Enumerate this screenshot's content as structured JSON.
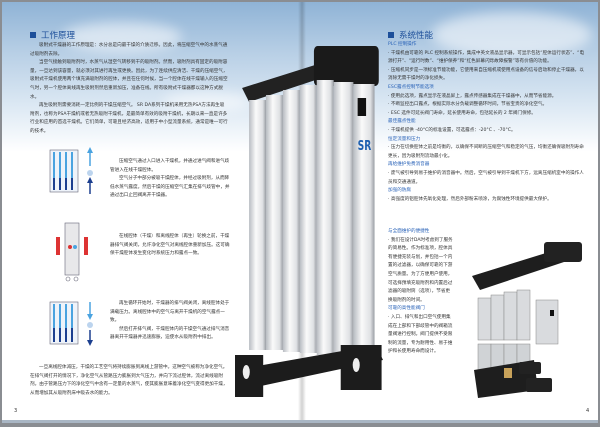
{
  "left_page": {
    "title": "工作原理",
    "intro": [
      "吸附式干燥器的工作原理是：水分总是向最干燥的介质迁移。因此，将压缩空气中的水蒸气通过吸附剂去除。",
      "当空气接触到吸附剂时，水蒸气从湿空气转移到干的吸附剂。然而，吸附剂具有固定的吸附容量，一旦达到该容量，就必须对其进行再生或更换。因此，为了连续供应清洁、干燥的压缩空气，吸附式干燥机使用两个填充满吸附剂的腔体，并且在任何时候，当一个腔体在线干燥输入的压缩空气时，另一个腔体离线再生吸附剂然后重新加压，准备在线。所有吸附式干燥器都以这种方式脱水。",
      "再生吸附剂需要消耗一定比例的干燥压缩空气。 SR DA系列干燥机采用无热PSA方法再生吸附剂，也称为PSA干燥机或者无热吸附干燥机，是最简单有效的吸附干燥机，长期以来一直是许多行业和应用的首选干燥机。它们简单，可靠且经济高效，适用于中小型流量系统，通常是唯一可行的技术。"
    ],
    "steps": [
      [
        "压缩空气通过入口进入干燥机，并通过进气阀和进气歧管进入在线干燥腔体。",
        "空气分子中部分被吸干燥腔体，并经过吸附剂，从而降低水蒸气露度。然后干燥的压缩空气汇集在排气歧管中，并通过出口止回阀离开干燥器。"
      ],
      [
        "在线腔体（干燥）和离线腔体（再生）轮换之前，干燥器排气阀关闭，允许净化空气对离线腔体重新加压。这可确保干燥腔体发生变化时系统压力和露点一致。"
      ],
      [
        "再生循环开始时，干燥器的排气阀关闭，离线腔体处于满载压力。离线腔体中的空气与离开干燥机的空气露点一致。",
        "然后打开排气阀，干燥腔体内的干燥空气通过排气消音器离开干燥器并迅速膨胀，迫使水从吸附剂中排出。"
      ]
    ],
    "closing": "一旦离线腔体减压，干燥的工艺空气将持续膨胀到离线上游管中。这种空气被称为净化空气。在排气阀打开的情况下，净化空气从管路压力膨胀到大气压力，并向下流过腔体，流过离线吸附剂。由于管路压力下的净化空气中含有一定量的水蒸气，使其膨胀意味着净化空气变得更加干燥，从而增加其从吸附剂床中吸去水的能力。",
    "page_number": "3"
  },
  "right_page": {
    "title": "系统性能",
    "sections": [
      {
        "heading": "PLC 控制操作",
        "items": [
          "· 干燥机由可靠的 PLC 控制系统操作，集成中英文液晶显示器，可显示包括“腔体运行状态”、“电源打开”、“运行时数”、“维护保养”和“红色屏幕闪烁故障报警”等有价值的功能。",
          "· 压缩机同步是一项标准节能功能，它使用来自压缩机或使用点设备的信号启动和停止干燥器，以消除无需干燥时的净化损失。"
        ]
      },
      {
        "heading": "ESC露点控制节能选项",
        "items": [
          "· 使用此选项，露点显示在液晶屏上，露点传感器集成在干燥器中，从而节省能源。",
          "· 不断监控出口露点，根据实际水分负载调整循环时间，节省宝贵的净化空气。",
          "· ESC 选件可延长阀门寿命，延长使用寿命，包括延长的 2 年阀门保修。"
        ]
      },
      {
        "heading": "最佳露点性能",
        "items": [
          "· 干燥机提供 -40°C的标准设置，可选露点：-20°C 、-70°C。"
        ]
      },
      {
        "heading": "恒定流量和压力",
        "items": [
          "· 压力在切换腔体之前是均衡的，以确保不间断的压缩空气和稳定的气压，均衡还确保吸附剂寿命更长，因为吸附剂流动最小化。"
        ]
      },
      {
        "heading": "再给维护免费消音器",
        "items": [
          "· 废气被引导到易于维护的消音器中。然后，空气被引导到干燥机下方，远离压缩机室中的操作人员和交通通道。"
        ]
      },
      {
        "heading": "加强的防腐",
        "items": [
          "· 高强度的铝腔体先氧化处理，然后外部粉末喷涂，为腐蚀性环境提供最大保护。"
        ]
      }
    ],
    "service": {
      "heading": "与全面维护的便捷性",
      "text": "· 我们在设计DA时考虑到了服务的简易性。作为标准项，腔体具有便捷充装与划，并包括一个内置的过滤器，以确保可靠的下游空气质量。为了方便用户使用，可选择预填充吸附剂和内置后过滤器的吸附筒（选项），节省更换吸附剂的时间。"
    },
    "valves": {
      "heading": "可靠的高性能阀门",
      "text": "· 入口、排气和出口空气使用集成在上部和下部歧管中的阀箱流量阀进行控制。阀门提供不受限制的流量，专为耐用性、易于维护和长使用寿命而设计。"
    },
    "page_number": "4"
  },
  "product": {
    "logo": "SR",
    "logo_color": "#1d5fb0"
  },
  "colors": {
    "accent": "#1d4f9a",
    "subheading": "#2a63b8"
  }
}
